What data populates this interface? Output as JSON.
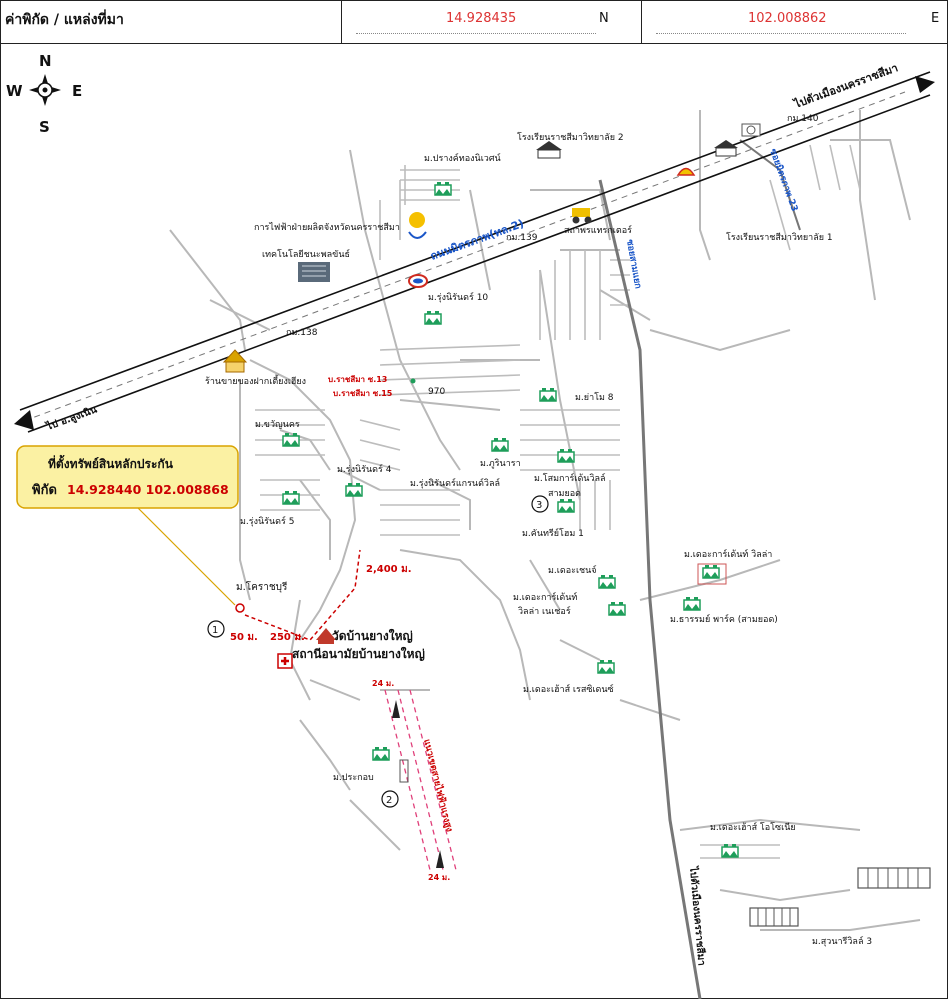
{
  "header": {
    "title": "ค่าพิกัด / แหล่งที่มา",
    "lat_value": "14.928435",
    "lat_unit": "N",
    "lon_value": "102.008862",
    "lon_unit": "E"
  },
  "compass": {
    "n": "N",
    "s": "S",
    "e": "E",
    "w": "W"
  },
  "callout": {
    "title": "ที่ตั้งทรัพย์สินหลักประกัน",
    "coord_label": "พิกัด",
    "coord_value": "14.928440 102.008868"
  },
  "roads": {
    "highway": "ถนนมิตรภาพ(ทล.2)",
    "to_city_ne": "ไปตัวเมืองนครราชสีมา",
    "to_sungnoen": "ไป อ.สูงเนิน",
    "to_city_se": "ไปตัวเมืองนครราชสีมา",
    "soi_samyaek": "ซอยสามแยก",
    "soi_mitraphap23": "ซอยมิตรภาพ 23",
    "powerline": "แนวเขตสายไฟฟ้าแรงสูง"
  },
  "labels": {
    "km140": "กม.140",
    "km139": "กม.139",
    "km138": "กม.138",
    "school2": "โรงเรียนราชสีมาวิทยาลัย 2",
    "school1": "โรงเรียนราชสีมาวิทยาลัย 1",
    "prangthong": "ม.ปรางค์ทองนิเวศน์",
    "pea": "การไฟฟ้าฝ่ายผลิตจังหวัดนครราชสีมา",
    "techno": "เทคโนโลยีชนะพลขันธ์",
    "tractor": "สถาพรแทรกเตอร์",
    "rungnirun10": "ม.รุ่งนิรันดร์ 10",
    "shop": "ร้านขายของฝากเตี้ยงเฮียง",
    "bor13": "บ.ราชสีมา ซ.13",
    "bor15": "บ.ราชสีมา ซ.15",
    "r970": "970",
    "yamo8": "ม.ย่าโม 8",
    "kwanmakorn": "ม.ขวัญนคร",
    "phurinara": "ม.ภูรินารา",
    "rungnirun4": "ม.รุ่งนิรันดร์ 4",
    "rungnirun_grand": "ม.รุ่งนิรันดร์แกรนด์วิลล์",
    "sommai_garden": "ม.โสมการ์เด้นวิลล์",
    "samyaek": "สามยอด",
    "rungnirun5": "ม.รุ่งนิรันดร์ 5",
    "kantree": "ม.คันทรีย์โฮม 1",
    "thegarden_villa": "ม.เดอะการ์เด้นท์ วิลล่า",
    "dist2400": "2,400 ม.",
    "korat_buri": "ม.โคราชบุรี",
    "thechain": "ม.เดอะเชนจ์",
    "thegarden_nature1": "ม.เดอะการ์เด้นท์",
    "thegarden_nature2": "วิลล่า เนเชอร์",
    "tharom": "ม.ธารรมย์ พาร์ค (สามยอด)",
    "d50": "50 ม.",
    "d250": "250 ม.",
    "wat": "วัดบ้านยางใหญ่",
    "health": "สถานีอนามัยบ้านยางใหญ่",
    "thehouse_res": "ม.เดอะเฮ้าส์ เรสซิเดนซ์",
    "d24top": "24 ม.",
    "prakob": "ม.ประกอบ",
    "d24bot": "24 ม.",
    "thehouse_oasis": "ม.เดอะเฮ้าส์ โอโซเนีย",
    "suwanna3": "ม.สุวนารีวิลล์ 3",
    "mk1": "1",
    "mk2": "2",
    "mk3": "3"
  },
  "colors": {
    "value_red": "#dd3333",
    "road_blue": "#1a56c8",
    "callout_fill": "#fbf1a3",
    "callout_border": "#d9a300",
    "village": "#1e9e5a"
  }
}
